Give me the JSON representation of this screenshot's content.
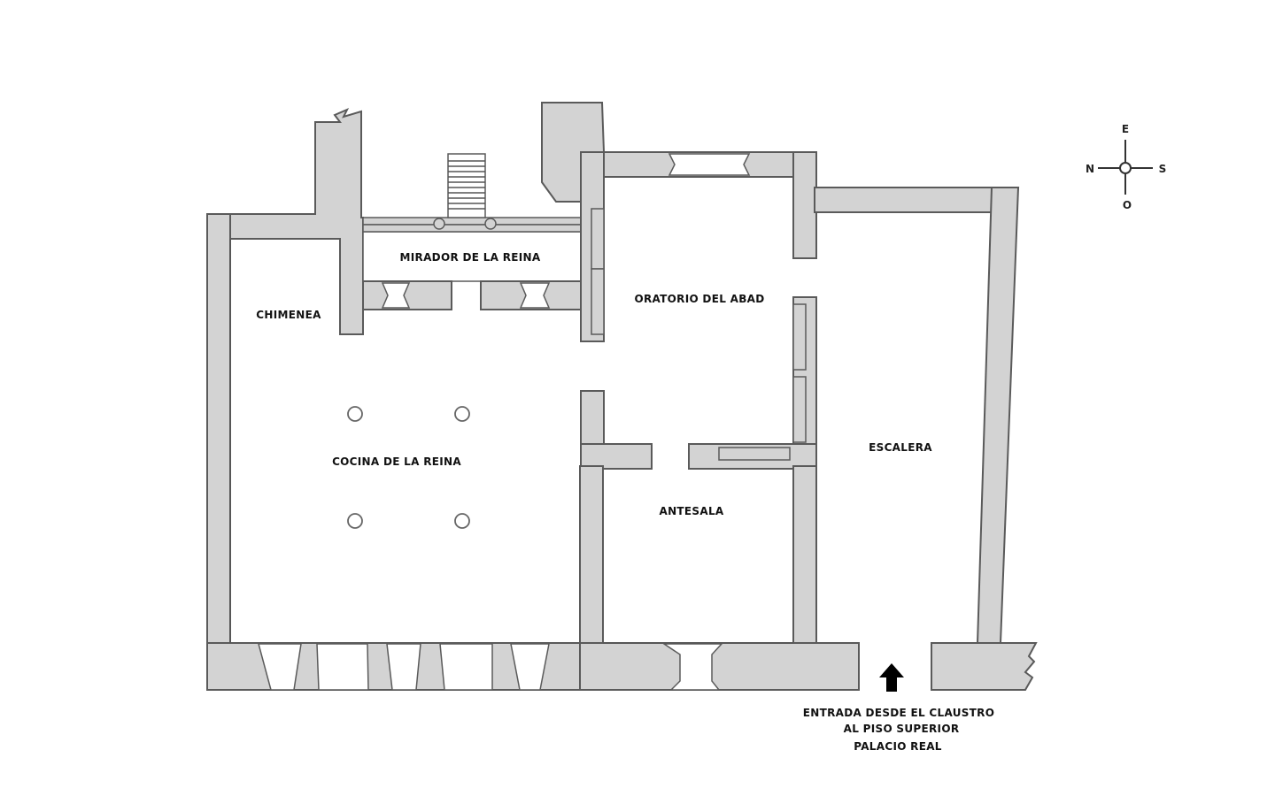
{
  "rooms": {
    "mirador": "MIRADOR DE LA REINA",
    "chimenea": "CHIMENEA",
    "oratorio": "ORATORIO DEL ABAD",
    "cocina": "COCINA DE LA REINA",
    "escalera": "ESCALERA",
    "antesala": "ANTESALA"
  },
  "entrance": {
    "line1": "ENTRADA DESDE EL CLAUSTRO",
    "line2": "AL PISO SUPERIOR",
    "line3": "PALACIO REAL"
  },
  "compass": {
    "top": "E",
    "left": "N",
    "right": "S",
    "bottom": "O"
  },
  "icons": {
    "entrance_arrow": "up-arrow-icon",
    "compass": "compass-rose-icon"
  },
  "colors": {
    "wall_fill": "#d3d3d3",
    "wall_stroke": "#5a5a5a",
    "text": "#111111"
  }
}
